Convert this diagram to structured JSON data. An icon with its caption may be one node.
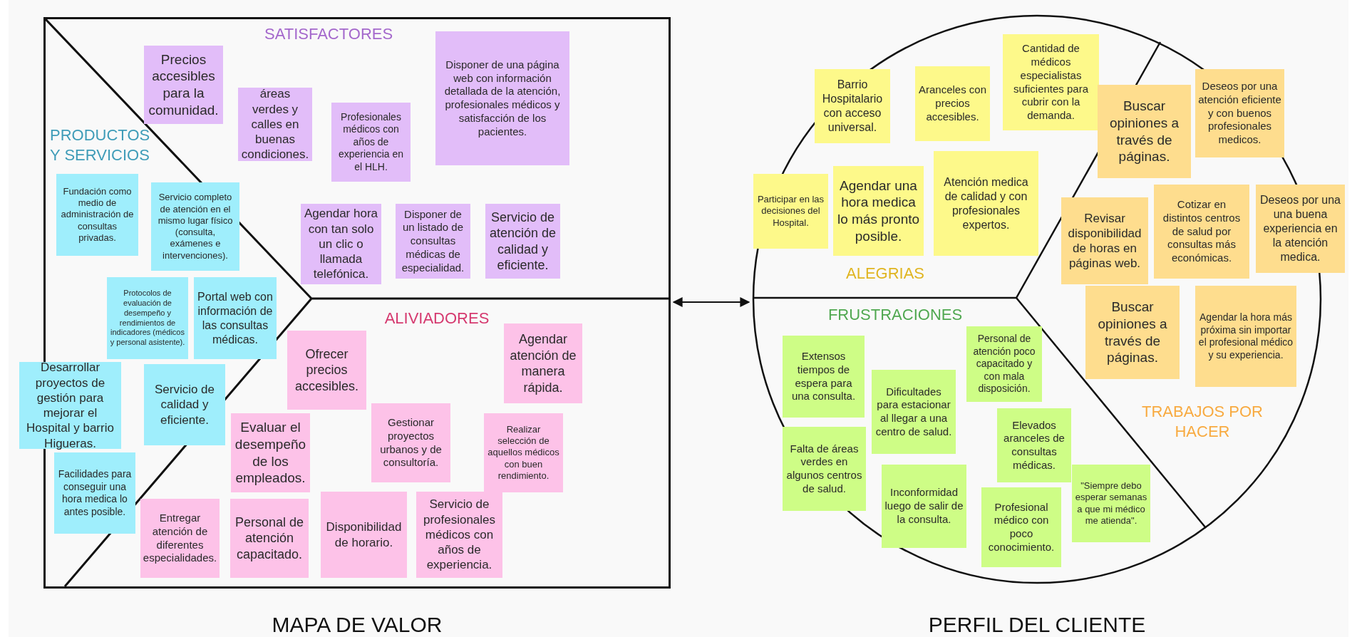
{
  "diagram": {
    "nodes": [
      {
        "text": [
          "MAPA DE VALOR"
        ]
      },
      {
        "text": [
          "Precios accesibles para la comunidad."
        ],
        "in": 0
      },
      {
        "text": [
          "áreas verdes y calles en buenas condiciones."
        ],
        "in": 0
      },
      {
        "text": [
          "Profesionales médicos con años de experiencia en el HLH."
        ],
        "in": 0
      },
      {
        "text": [
          "Disponer de una página web con información detallada de la atención, profesionales médicos y satisfacción de los pacientes."
        ],
        "in": 0
      },
      {
        "text": [
          "Agendar hora con tan solo un clic o llamada telefónica."
        ],
        "in": 0
      },
      {
        "text": [
          "Disponer de un listado de consultas médicas de especialidad."
        ],
        "in": 0
      },
      {
        "text": [
          "Servicio de atención de calidad y eficiente."
        ],
        "in": 0
      },
      {
        "text": [
          "Fundación como medio de administración de consultas privadas."
        ],
        "in": 0
      },
      {
        "text": [
          "Servicio completo de atención en el mismo lugar físico (consulta, exámenes e intervenciones)."
        ],
        "in": 0
      },
      {
        "text": [
          "Protocolos de evaluación de desempeño y rendimientos de indicadores (médicos y personal asistente)."
        ],
        "in": 0
      },
      {
        "text": [
          "Portal web con información de las consultas médicas."
        ],
        "in": 0
      },
      {
        "text": [
          "Desarrollar proyectos de gestión para mejorar el Hospital y barrio Higueras."
        ]
      },
      {
        "text": [
          "Servicio de calidad y eficiente."
        ],
        "in": 0
      },
      {
        "text": [
          "Facilidades para conseguir una hora medica lo antes posible."
        ],
        "in": 0
      },
      {
        "text": [
          "Ofrecer precios accesibles."
        ],
        "in": 0
      },
      {
        "text": [
          "Agendar atención de manera rápida."
        ],
        "in": 0
      },
      {
        "text": [
          "Evaluar el desempeño de los empleados."
        ],
        "in": 0
      },
      {
        "text": [
          "Gestionar proyectos urbanos y de consultoría."
        ],
        "in": 0
      },
      {
        "text": [
          "Realizar selección de aquellos médicos con buen rendimiento."
        ],
        "in": 0
      },
      {
        "text": [
          "Entregar atención de diferentes especialidades."
        ],
        "in": 0
      },
      {
        "text": [
          "Personal de atención capacitado."
        ],
        "in": 0
      },
      {
        "text": [
          "Disponibilidad de horario."
        ],
        "in": 0
      },
      {
        "text": [
          "Servicio de profesionales médicos con años de experiencia."
        ],
        "in": 0
      },
      {
        "text": [
          "PERFIL DEL CLIENTE"
        ]
      },
      {
        "text": [
          "Barrio Hospitalario con acceso universal."
        ],
        "in": 24
      },
      {
        "text": [
          "Aranceles con precios accesibles."
        ],
        "in": 24
      },
      {
        "text": [
          "Cantidad de médicos especialistas suficientes para cubrir con la demanda."
        ],
        "in": 24
      },
      {
        "text": [
          "Participar en las decisiones del Hospital."
        ],
        "in": 24
      },
      {
        "text": [
          "Agendar una hora medica lo más pronto posible."
        ],
        "in": 24
      },
      {
        "text": [
          "Atención medica de calidad y con profesionales expertos."
        ],
        "in": 24
      },
      {
        "text": [
          "Buscar opiniones a través de páginas."
        ],
        "in": 24
      },
      {
        "text": [
          "Deseos por una atención eficiente y con buenos profesionales medicos."
        ],
        "in": 24
      },
      {
        "text": [
          "Revisar disponibilidad de horas en páginas web."
        ],
        "in": 24
      },
      {
        "text": [
          "Cotizar en distintos centros de salud por consultas más económicas."
        ],
        "in": 24
      },
      {
        "text": [
          "Deseos por una una buena experiencia en la atención medica."
        ]
      },
      {
        "text": [
          "Buscar opiniones a través de páginas."
        ],
        "in": 24
      },
      {
        "text": [
          "Agendar la hora más próxima sin importar el profesional médico y su experiencia."
        ],
        "in": 24
      },
      {
        "text": [
          "Extensos tiempos de espera para una consulta."
        ],
        "in": 24
      },
      {
        "text": [
          "Dificultades para estacionar al llegar a una centro de salud."
        ],
        "in": 24
      },
      {
        "text": [
          "Personal de atención poco capacitado y con mala disposición."
        ],
        "in": 24
      },
      {
        "text": [
          "Falta de áreas verdes en algunos centros de salud."
        ],
        "in": 24
      },
      {
        "text": [
          "Elevados aranceles de consultas médicas."
        ],
        "in": 24
      },
      {
        "text": [
          "Inconformidad luego de salir de la consulta."
        ],
        "in": 24
      },
      {
        "text": [
          "Profesional médico con poco conocimiento."
        ],
        "in": 24
      },
      {
        "text": [
          "\"Siempre debo esperar semanas a que mi médico me atienda\"."
        ],
        "in": 24
      }
    ],
    "edges": [
      {
        "from": 0,
        "to": 24,
        "arrow": "both"
      }
    ],
    "labels": [
      "SATISFACTORES",
      "PRODUCTOS Y SERVICIOS",
      "ALIVIADORES",
      "ALEGRIAS",
      "FRUSTRACIONES",
      "TRABAJOS POR HACER"
    ]
  }
}
